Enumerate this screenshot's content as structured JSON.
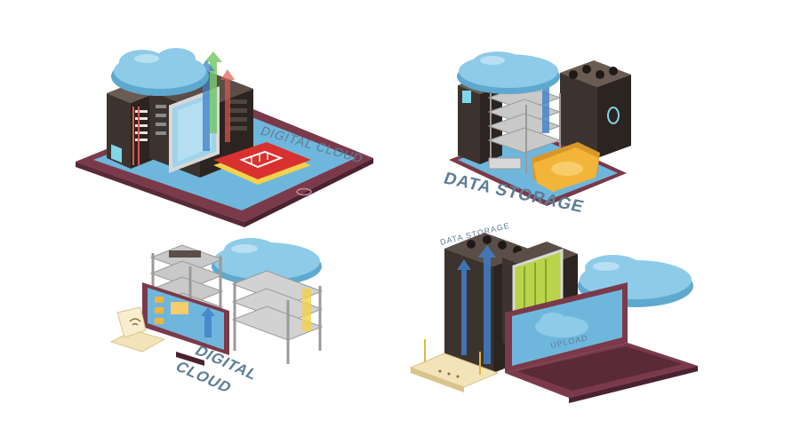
{
  "labels": {
    "top_left": "DIGITAL CLOUD",
    "top_right": "DATA STORAGE",
    "bottom_left_line1": "DIGITAL",
    "bottom_left_line2": "CLOUD",
    "bottom_right_small": "DATA STORAGE",
    "bottom_right_screen": "UPLOAD"
  },
  "colors": {
    "cloud": "#8ecbe8",
    "cloud_dark": "#5ea9cf",
    "tablet_frame": "#7a3a4a",
    "tablet_screen": "#6fb6dc",
    "server_dark": "#3c332e",
    "server_mid": "#5a4e46",
    "rack_metal": "#c9c9c9",
    "rack_shadow": "#9a9a9a",
    "arrow_blue": "#3f7fc8",
    "folder": "#f3b43a",
    "card_red": "#d8312f",
    "card_yellow": "#f2d24a",
    "router": "#f3e3b8",
    "label_text": "#5d7d96"
  }
}
